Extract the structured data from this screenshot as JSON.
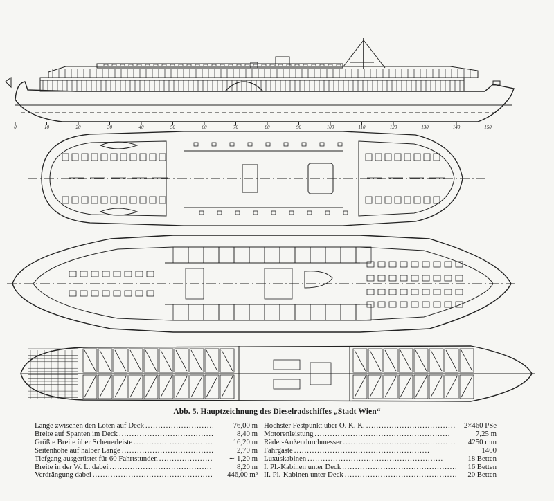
{
  "figure": {
    "caption": "Abb. 5. Hauptzeichnung des Dieselradschiffes „Stadt Wien“",
    "frame_numbers": [
      "0",
      "10",
      "20",
      "30",
      "40",
      "50",
      "60",
      "70",
      "80",
      "90",
      "100",
      "110",
      "120",
      "130",
      "140",
      "150"
    ]
  },
  "specs_left": [
    {
      "label": "Länge zwischen den Loten auf Deck",
      "value": "76,00 m"
    },
    {
      "label": "Breite auf Spanten im Deck",
      "value": "8,40 m"
    },
    {
      "label": "Größte Breite über Scheuerleiste",
      "value": "16,20 m"
    },
    {
      "label": "Seitenhöhe auf halber Länge",
      "value": "2,70 m"
    },
    {
      "label": "Tiefgang ausgerüstet für 60 Fahrtstunden",
      "value": "∼ 1,20 m"
    },
    {
      "label": "Breite in der W. L. dabei",
      "value": "8,20 m"
    },
    {
      "label": "Verdrängung dabei",
      "value": "446,00 m³"
    }
  ],
  "specs_right": [
    {
      "label": "Höchster Festpunkt über O. K. K.",
      "value": "2×460 PSe"
    },
    {
      "label": "Motorenleistung",
      "value": "7,25 m"
    },
    {
      "label": "Räder-Außendurchmesser",
      "value": "4250 mm"
    },
    {
      "label": "Fahrgäste",
      "value": "1400"
    },
    {
      "label": "Luxuskabinen",
      "value": "18 Betten"
    },
    {
      "label": "I. Pl.-Kabinen unter Deck",
      "value": "16 Betten"
    },
    {
      "label": "II. Pl.-Kabinen unter Deck",
      "value": "20 Betten"
    }
  ]
}
